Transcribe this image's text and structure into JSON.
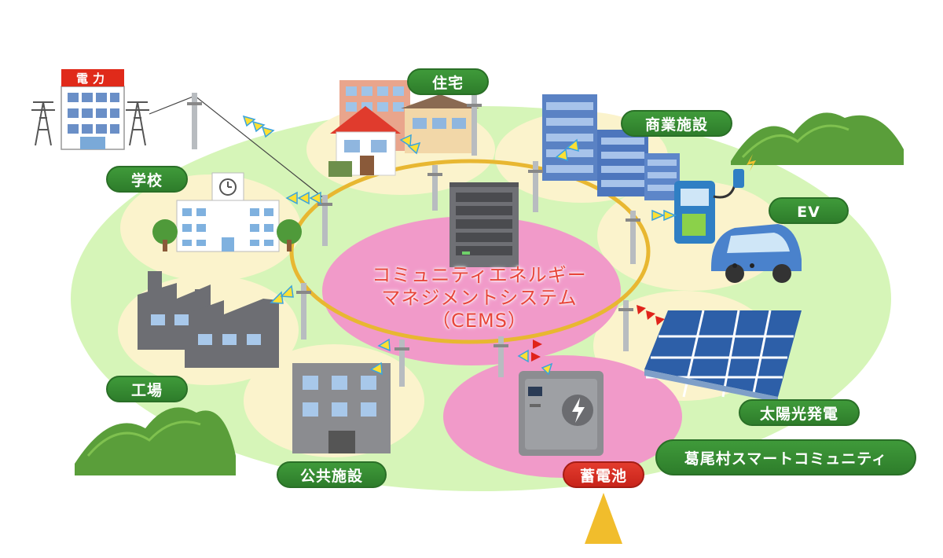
{
  "diagram": {
    "center": {
      "line1": "コミュニティエネルギー",
      "line2": "マネジメントシステム",
      "line3": "（CEMS）"
    },
    "power_company_sign": "電力",
    "labels": {
      "housing": "住宅",
      "commercial": "商業施設",
      "school": "学校",
      "ev": "EV",
      "factory": "工場",
      "public": "公共施設",
      "battery": "蓄電池",
      "solar": "太陽光発電",
      "community": "葛尾村スマートコミュニティ"
    },
    "colors": {
      "label_green": "#2e7d2b",
      "label_red": "#d22a1e",
      "ring_gold": "#e8b731",
      "zone_pink": "#f19ac9",
      "ground_green": "#d6f5b8",
      "cream": "#fbf3cc",
      "signal_blue": "#3aa4de",
      "signal_yellow": "#ffe033",
      "signal_red": "#e0231a"
    }
  }
}
